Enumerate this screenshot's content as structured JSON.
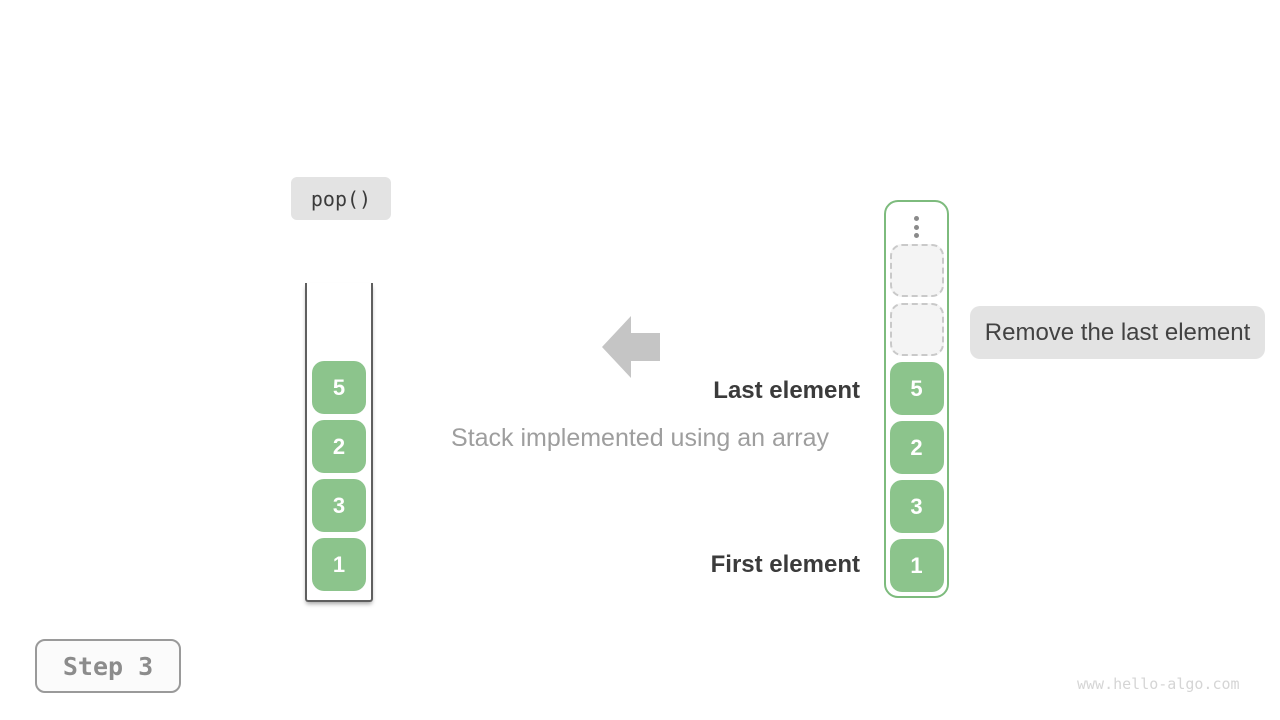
{
  "colors": {
    "block_green": "#8CC48C",
    "container_green_border": "#7DBB7D",
    "label_box_bg": "#E3E3E3",
    "text_dark": "#3B3B3B",
    "text_gray": "#9E9E9E",
    "arrow_gray": "#C5C5C5",
    "step_text": "#8C8C8C",
    "watermark_color": "#D5D5D5"
  },
  "operation": {
    "label": "pop()"
  },
  "step": {
    "label": "Step 3"
  },
  "annotation": {
    "label": "Remove the last element"
  },
  "caption": {
    "text": "Stack implemented using an array"
  },
  "pointer_labels": {
    "last": "Last element",
    "first": "First element"
  },
  "stack_view": {
    "values_top_to_bottom": [
      "5",
      "2",
      "3",
      "1"
    ]
  },
  "array_view": {
    "ellipsis_icon": "vertical-ellipsis",
    "empty_slot_count": 2,
    "values_top_to_bottom": [
      "5",
      "2",
      "3",
      "1"
    ]
  },
  "watermark": {
    "text": "www.hello-algo.com"
  }
}
